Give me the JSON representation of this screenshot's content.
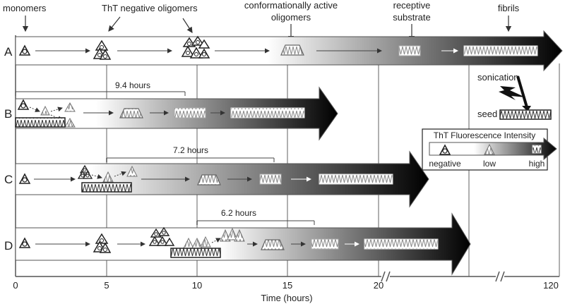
{
  "top_labels": {
    "monomers": "monomers",
    "tht_negative": "ThT negative oligomers",
    "conf_active_1": "conformationally active",
    "conf_active_2": "oligomers",
    "receptive_1": "receptive",
    "receptive_2": "substrate",
    "fibrils": "fibrils"
  },
  "rows": [
    "A",
    "B",
    "C",
    "D"
  ],
  "durations": {
    "b": "9.4 hours",
    "c": "7.2 hours",
    "d": "6.2 hours"
  },
  "sonication": "sonication",
  "seed": "seed",
  "legend": {
    "title": "ThT Fluorescence Intensity",
    "negative": "negative",
    "low": "low",
    "high": "high"
  },
  "axis": {
    "label": "Time  (hours)",
    "ticks": [
      "0",
      "5",
      "10",
      "15",
      "20",
      "120"
    ]
  },
  "colors": {
    "grad_start": "#ffffff",
    "grad_end": "#000000",
    "grid": "#b0b0b0"
  }
}
